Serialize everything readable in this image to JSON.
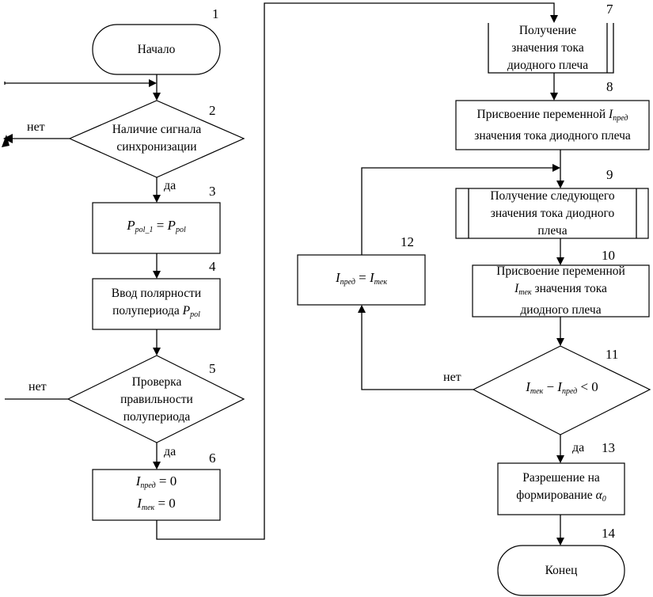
{
  "diagram": {
    "type": "flowchart",
    "language": "ru",
    "blocks": [
      {
        "id": "1",
        "shape": "terminator",
        "lines": [
          "Начало"
        ]
      },
      {
        "id": "2",
        "shape": "decision",
        "lines": [
          "Наличие сигнала",
          "синхронизации"
        ]
      },
      {
        "id": "3",
        "shape": "process",
        "math": {
          "lhs": "P",
          "lhs_sub": "pol_1",
          "op": "=",
          "rhs": "P",
          "rhs_sub": "pol"
        }
      },
      {
        "id": "4",
        "shape": "process",
        "lines": [
          "Ввод полярности",
          "полупериода"
        ],
        "var": "P",
        "var_sub": "pol"
      },
      {
        "id": "5",
        "shape": "decision",
        "lines": [
          "Проверка",
          "правильности",
          "полупериода"
        ]
      },
      {
        "id": "6",
        "shape": "process",
        "eq1": {
          "var": "I",
          "sub": "пред",
          "rhs": "= 0"
        },
        "eq2": {
          "var": "I",
          "sub": "тек",
          "rhs": "= 0"
        }
      },
      {
        "id": "7",
        "shape": "predefined-process",
        "lines": [
          "Получение",
          "значения тока",
          "диодного плеча"
        ]
      },
      {
        "id": "8",
        "shape": "process",
        "line1": "Присвоение переменной",
        "var": "I",
        "var_sub": "пред",
        "line2": "значения тока диодного плеча"
      },
      {
        "id": "9",
        "shape": "predefined-process",
        "lines": [
          "Получение следующего",
          "значения тока диодного",
          "плеча"
        ]
      },
      {
        "id": "10",
        "shape": "process",
        "line1": "Присвоение переменной",
        "var": "I",
        "var_sub": "тек",
        "line2": "значения тока",
        "line3": "диодного плеча"
      },
      {
        "id": "11",
        "shape": "decision",
        "expr": {
          "a": "I",
          "a_sub": "тек",
          "op": "−",
          "b": "I",
          "b_sub": "пред",
          "rhs": "< 0"
        }
      },
      {
        "id": "12",
        "shape": "process",
        "expr": {
          "a": "I",
          "a_sub": "пред",
          "op": "=",
          "b": "I",
          "b_sub": "тек"
        }
      },
      {
        "id": "13",
        "shape": "process",
        "lines": [
          "Разрешение на",
          "формирование"
        ],
        "var": "α",
        "var_sub": "0"
      },
      {
        "id": "14",
        "shape": "terminator",
        "lines": [
          "Конец"
        ]
      }
    ],
    "labels": {
      "yes": "да",
      "no": "нет"
    },
    "edges": [
      {
        "from": "1",
        "to": "2"
      },
      {
        "from": "2",
        "to": "3",
        "label": "да"
      },
      {
        "from": "2",
        "to": "2",
        "label": "нет",
        "note": "loop back via left"
      },
      {
        "from": "3",
        "to": "4"
      },
      {
        "from": "4",
        "to": "5"
      },
      {
        "from": "5",
        "to": "6",
        "label": "да"
      },
      {
        "from": "5",
        "to": "2",
        "label": "нет"
      },
      {
        "from": "6",
        "to": "7"
      },
      {
        "from": "7",
        "to": "8"
      },
      {
        "from": "8",
        "to": "9"
      },
      {
        "from": "9",
        "to": "10"
      },
      {
        "from": "10",
        "to": "11"
      },
      {
        "from": "11",
        "to": "13",
        "label": "да"
      },
      {
        "from": "11",
        "to": "12",
        "label": "нет"
      },
      {
        "from": "12",
        "to": "9"
      },
      {
        "from": "13",
        "to": "14"
      }
    ]
  }
}
